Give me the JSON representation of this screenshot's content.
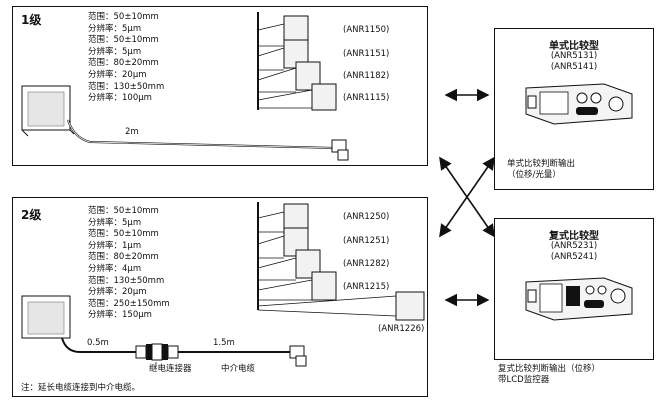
{
  "panel1": {
    "grade": "1级",
    "specs": [
      "范围：50±10mm",
      "分辨率：5μm",
      "范围：50±10mm",
      "分辨率：5μm",
      "范围：80±20mm",
      "分辨率：20μm",
      "范围：130±50mm",
      "分辨率：100μm"
    ],
    "models": [
      "(ANR1150)",
      "(ANR1151)",
      "(ANR1182)",
      "(ANR1115)"
    ],
    "cable_length": "2m"
  },
  "panel2": {
    "grade": "2级",
    "specs": [
      "范围：50±10mm",
      "分辨率：5μm",
      "范围：50±10mm",
      "分辨率：1μm",
      "范围：80±20mm",
      "分辨率：4μm",
      "范围：130±50mm",
      "分辨率：20μm",
      "范围：250±150mm",
      "分辨率：150μm"
    ],
    "models": [
      "(ANR1250)",
      "(ANR1251)",
      "(ANR1282)",
      "(ANR1215)",
      "(ANR1226)"
    ],
    "cable_short": "0.5m",
    "cable_long": "1.5m",
    "relay_connector": "继电连接器",
    "relay_cable": "中介电缆",
    "note": "注：延长电缆连接到中介电缆。"
  },
  "unit1": {
    "title": "单式比较型",
    "models": [
      "(ANR5131)",
      "(ANR5141)"
    ],
    "caption": [
      "单式比较判断输出",
      "（位移/光量）"
    ]
  },
  "unit2": {
    "title": "复式比较型",
    "models": [
      "(ANR5231)",
      "(ANR5241)"
    ],
    "caption": [
      "复式比较判断输出（位移）",
      "带LCD监控器"
    ]
  }
}
